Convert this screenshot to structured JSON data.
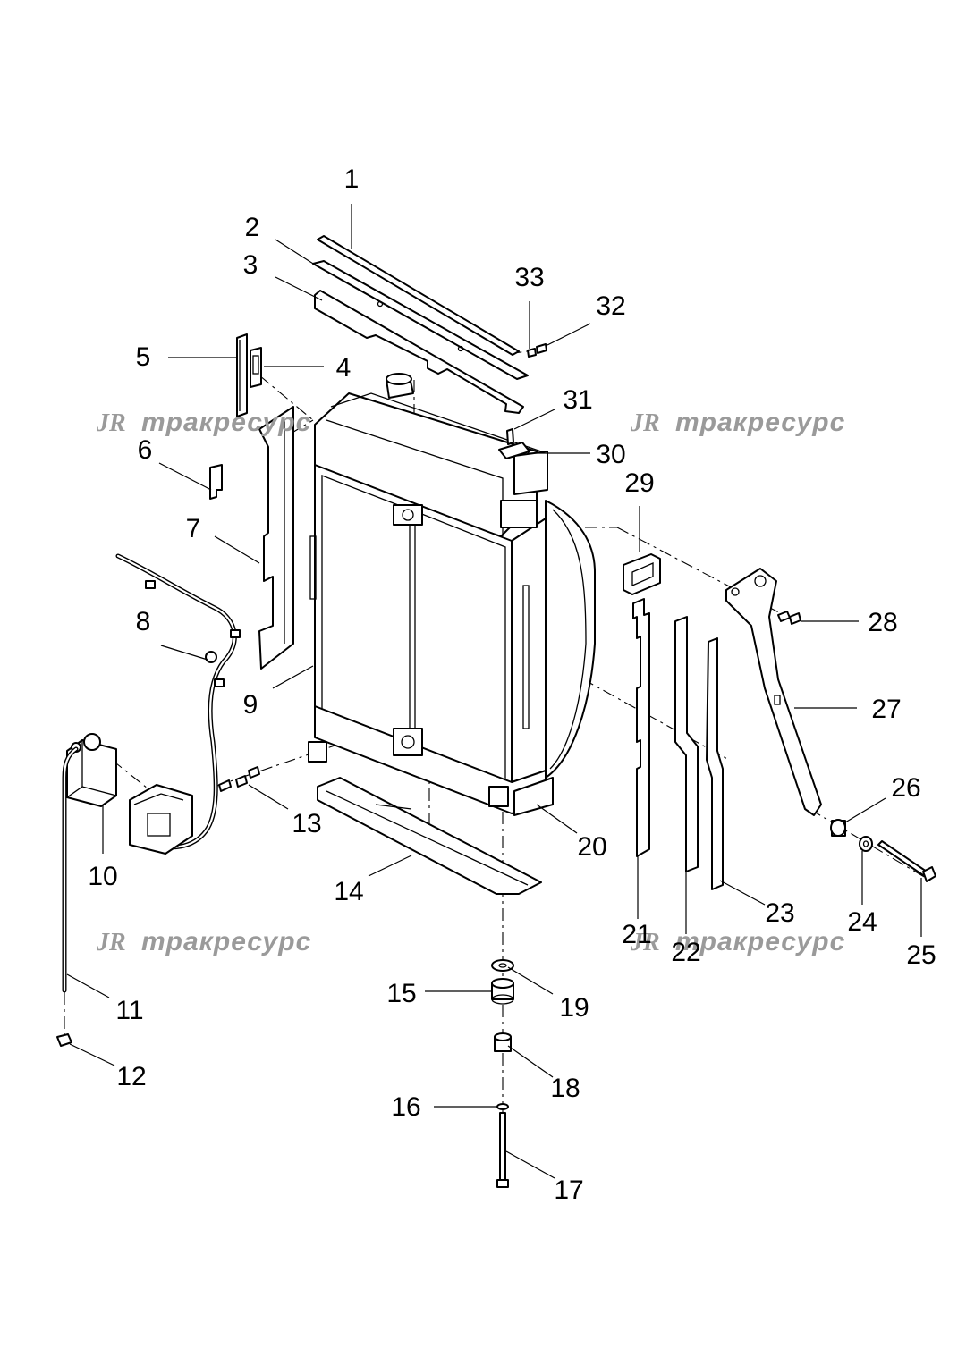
{
  "watermarks": [
    {
      "logo": "JR",
      "text": "тракресурс"
    },
    {
      "logo": "JR",
      "text": "тракресурс"
    },
    {
      "logo": "JR",
      "text": "тракресурс"
    },
    {
      "logo": "JR",
      "text": "тракресурс"
    }
  ],
  "callouts": [
    "1",
    "2",
    "3",
    "4",
    "5",
    "6",
    "7",
    "8",
    "9",
    "10",
    "11",
    "12",
    "13",
    "14",
    "15",
    "16",
    "17",
    "18",
    "19",
    "20",
    "21",
    "22",
    "23",
    "24",
    "25",
    "26",
    "27",
    "28",
    "29",
    "30",
    "31",
    "32",
    "33"
  ]
}
